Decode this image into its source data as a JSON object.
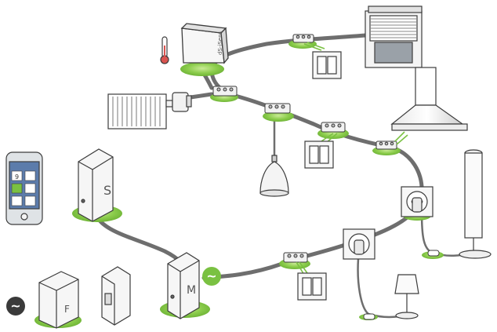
{
  "colors": {
    "cable": "#6e6e6e",
    "accent_green": "#7ac142",
    "green_light": "#a8d66a",
    "outline": "#3c3c3c",
    "device_fill": "#f4f4f4",
    "phone_body": "#d9dde0",
    "phone_screen": "#4f6fa0"
  },
  "labels": {
    "server_brand": "dS-iSens",
    "module_s": "S",
    "module_m": "M",
    "module_f": "F",
    "phone_date": "9"
  },
  "devices": [
    "thermometer-icon",
    "digitalstrom-server",
    "radiator",
    "radiator-valve",
    "roller-shutter",
    "cooker-hood",
    "pendant-lamp",
    "floor-lamp",
    "table-lamp",
    "wall-switch",
    "wall-socket",
    "meter-module-s",
    "meter-module-m",
    "filter-module-f",
    "circuit-breaker",
    "smartphone"
  ],
  "symbols": {
    "ac_symbol": "~"
  }
}
